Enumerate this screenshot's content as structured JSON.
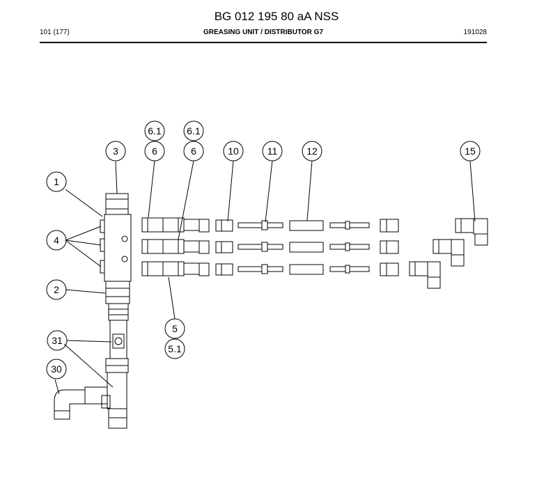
{
  "header": {
    "doc_title": "BG 012 195 80 aA NSS",
    "page_ref": "101 (177)",
    "section_title": "GREASING UNIT / DISTRIBUTOR G7",
    "doc_date": "191028"
  },
  "callouts": {
    "c1": "1",
    "c2": "2",
    "c3": "3",
    "c4": "4",
    "c5": "5",
    "c5_1": "5.1",
    "c6a": "6",
    "c6b": "6",
    "c6_1a": "6.1",
    "c6_1b": "6.1",
    "c10": "10",
    "c11": "11",
    "c12": "12",
    "c15": "15",
    "c30": "30",
    "c31": "31"
  }
}
